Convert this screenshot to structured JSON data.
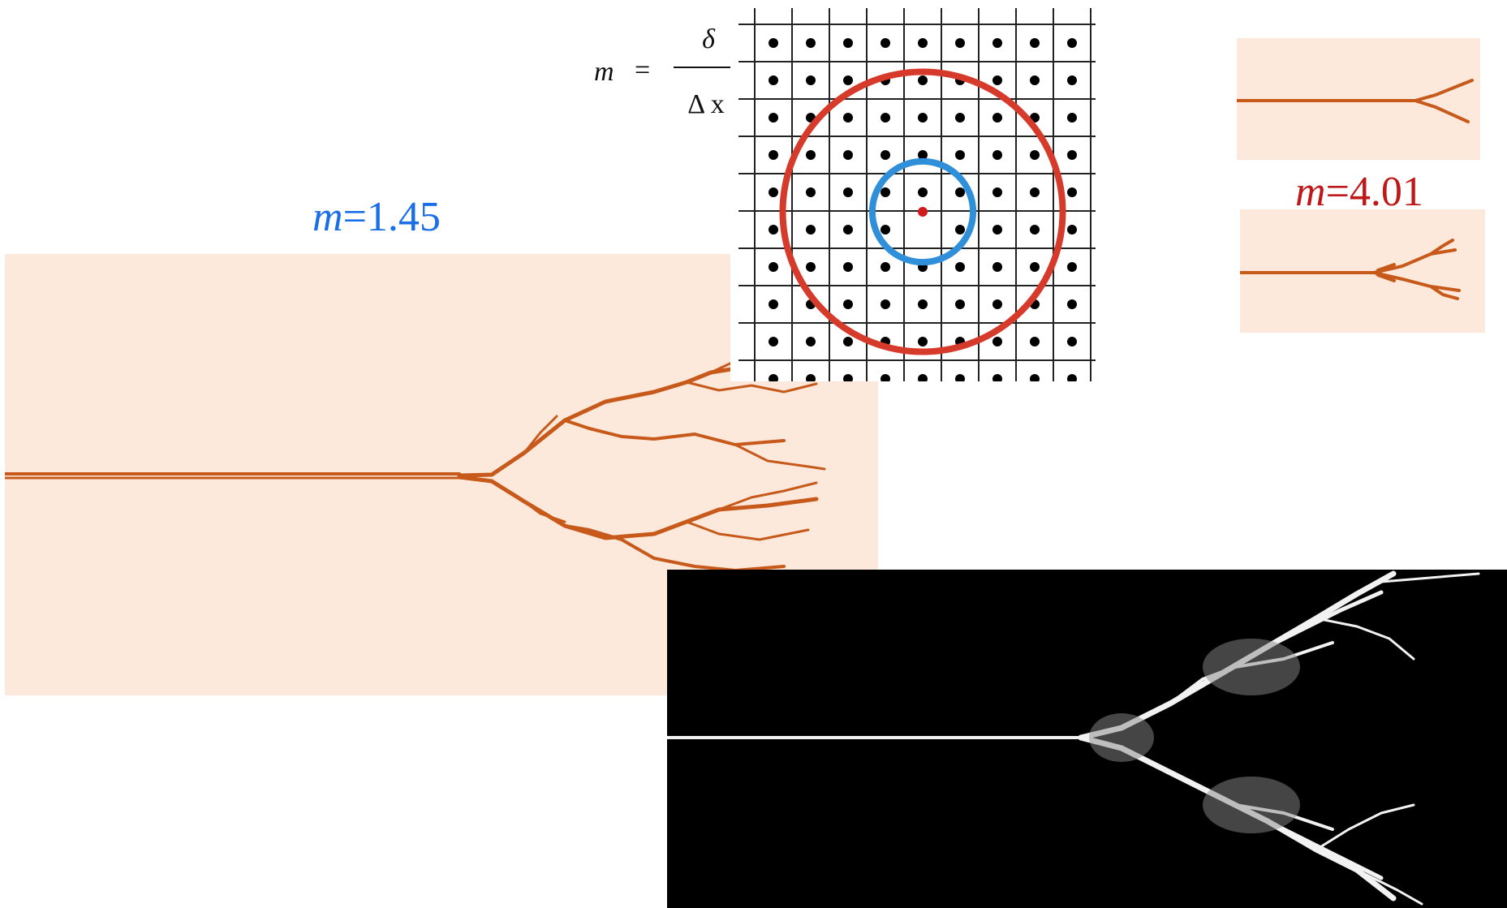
{
  "formula": {
    "lhs": "m",
    "equals": "=",
    "numerator": "δ",
    "denominator": "Δ x"
  },
  "labels": {
    "left": {
      "var": "m",
      "value": "=1.45",
      "color": "#1a6ee6"
    },
    "right": {
      "var": "m",
      "value": "=4.01",
      "color": "#c01818"
    }
  },
  "colors": {
    "panel_fill": "#fde9dc",
    "crack_color": "#c75a1a",
    "dark_panel": "#000000",
    "circle_large": "#d63a2a",
    "circle_small": "#2f8fd9",
    "center_point": "#d11a1a"
  },
  "grid": {
    "rows": 10,
    "cols": 9,
    "circle_large_radius_cells": 3.75,
    "circle_small_radius_cells": 1.35
  }
}
